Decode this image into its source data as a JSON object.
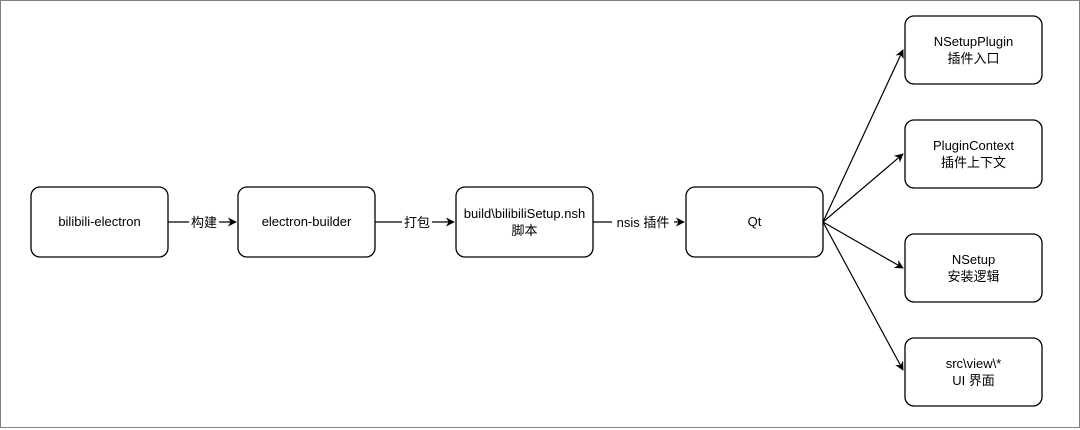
{
  "diagram": {
    "nodes": {
      "electron": {
        "lines": [
          "bilibili-electron"
        ]
      },
      "builder": {
        "lines": [
          "electron-builder"
        ]
      },
      "script": {
        "lines": [
          "build\\bilibiliSetup.nsh",
          "脚本"
        ]
      },
      "qt": {
        "lines": [
          "Qt"
        ]
      },
      "plugin": {
        "lines": [
          "NSetupPlugin",
          "插件入口"
        ]
      },
      "context": {
        "lines": [
          "PluginContext",
          "插件上下文"
        ]
      },
      "nsetup": {
        "lines": [
          "NSetup",
          "安装逻辑"
        ]
      },
      "view": {
        "lines": [
          "src\\view\\*",
          "UI 界面"
        ]
      }
    },
    "edges": {
      "build": {
        "label": "构建"
      },
      "pack": {
        "label": "打包"
      },
      "nsis": {
        "label": "nsis 插件"
      }
    }
  }
}
